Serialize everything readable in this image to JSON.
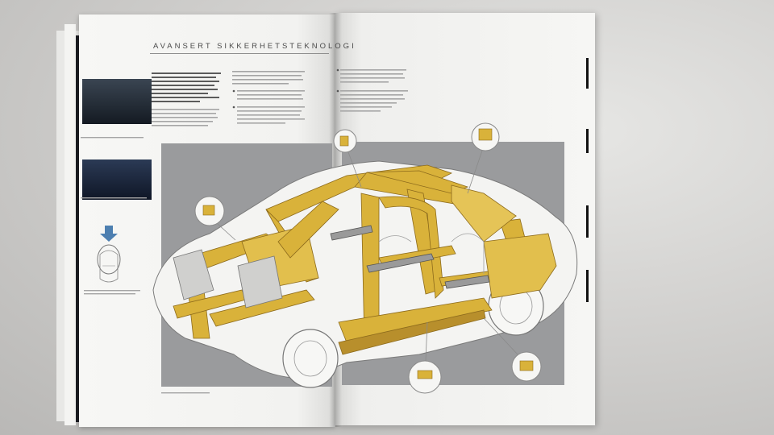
{
  "spread": {
    "title": "Avansert Sikkerhetsteknologi",
    "left_page": {
      "intro_bold": "",
      "thumbnail_caption": "",
      "diagram_caption": "",
      "page_number": ""
    },
    "right_page": {
      "page_number": ""
    }
  },
  "colors": {
    "frame_yellow": "#d9b23a",
    "frame_yellow_dark": "#a8822a",
    "panel_grey": "#9a9b9d",
    "page_white": "#f5f5f3",
    "table": "#c9c8c6"
  },
  "icons": [
    "car-body-frame-illustration",
    "detail-callout-circle",
    "airbag-diagram-icon"
  ]
}
